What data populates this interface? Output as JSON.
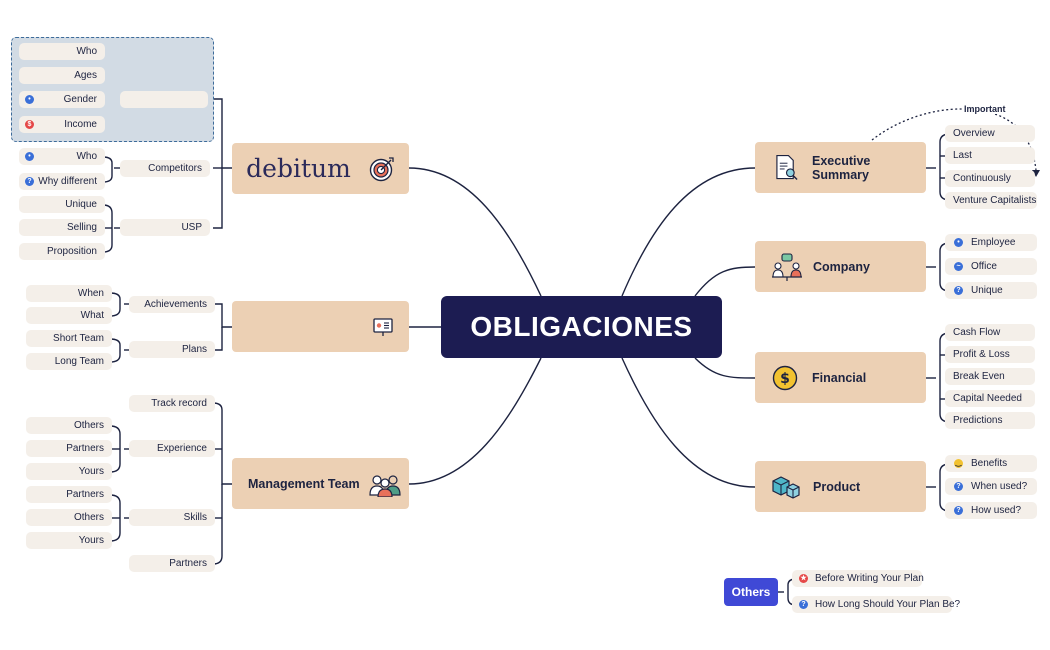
{
  "central": {
    "title": "OBLIGACIONES"
  },
  "topics": {
    "target_market": {
      "logo_text": "debitum",
      "icon": "target-icon"
    },
    "goals": {
      "icon": "presentation-board-icon"
    },
    "management": {
      "label": "Management Team",
      "icon": "team-people-icon"
    },
    "executive": {
      "label": "Executive Summary",
      "icon": "document-search-icon"
    },
    "company": {
      "label": "Company",
      "icon": "meeting-people-icon"
    },
    "financial": {
      "label": "Financial",
      "icon": "dollar-coin-icon"
    },
    "product": {
      "label": "Product",
      "icon": "cubes-icon"
    }
  },
  "target_market_branch": {
    "demographics": {
      "label": "",
      "items": [
        {
          "label": "Who",
          "icon": ""
        },
        {
          "label": "Ages",
          "icon": ""
        },
        {
          "label": "Gender",
          "icon": "user-icon"
        },
        {
          "label": "Income",
          "icon": "dollar-icon"
        }
      ]
    },
    "competitors": {
      "label": "Competitors",
      "items": [
        {
          "label": "Who",
          "icon": "user-icon"
        },
        {
          "label": "Why different",
          "icon": "question-icon"
        }
      ]
    },
    "usp": {
      "label": "USP",
      "items": [
        {
          "label": "Unique"
        },
        {
          "label": "Selling"
        },
        {
          "label": "Proposition"
        }
      ]
    }
  },
  "goals_branch": {
    "achievements": {
      "label": "Achievements",
      "items": [
        {
          "label": "When"
        },
        {
          "label": "What"
        }
      ]
    },
    "plans": {
      "label": "Plans",
      "items": [
        {
          "label": "Short Team"
        },
        {
          "label": "Long Team"
        }
      ]
    }
  },
  "management_branch": {
    "track_record": {
      "label": "Track record"
    },
    "experience": {
      "label": "Experience",
      "items": [
        {
          "label": "Others"
        },
        {
          "label": "Partners"
        },
        {
          "label": "Yours"
        }
      ]
    },
    "skills": {
      "label": "Skills",
      "items": [
        {
          "label": "Partners"
        },
        {
          "label": "Others"
        },
        {
          "label": "Yours"
        }
      ]
    },
    "partners": {
      "label": "Partners"
    }
  },
  "executive_branch": {
    "items": [
      {
        "label": "Overview"
      },
      {
        "label": "Last"
      },
      {
        "label": "Continuously"
      },
      {
        "label": "Venture Capitalists"
      }
    ],
    "annotation": "Important"
  },
  "company_branch": {
    "items": [
      {
        "label": "Employee",
        "icon": "user-icon"
      },
      {
        "label": "Office",
        "icon": "chat-icon"
      },
      {
        "label": "Unique",
        "icon": "question-icon"
      }
    ]
  },
  "financial_branch": {
    "items": [
      {
        "label": "Cash Flow"
      },
      {
        "label": "Profit & Loss"
      },
      {
        "label": "Break Even"
      },
      {
        "label": "Capital Needed"
      },
      {
        "label": "Predictions"
      }
    ]
  },
  "product_branch": {
    "items": [
      {
        "label": "Benefits",
        "icon": "smile-icon"
      },
      {
        "label": "When used?",
        "icon": "question-icon"
      },
      {
        "label": "How used?",
        "icon": "question-icon"
      }
    ]
  },
  "others": {
    "label": "Others",
    "items": [
      {
        "label": "Before Writing Your Plan",
        "icon": "star-icon"
      },
      {
        "label": "How Long Should Your Plan Be?",
        "icon": "question-icon"
      }
    ]
  },
  "colors": {
    "central": "#1c1c52",
    "topic": "#ecd0b4",
    "leaf": "#f4efe9",
    "line": "#1d2340",
    "others": "#3f49d6"
  }
}
